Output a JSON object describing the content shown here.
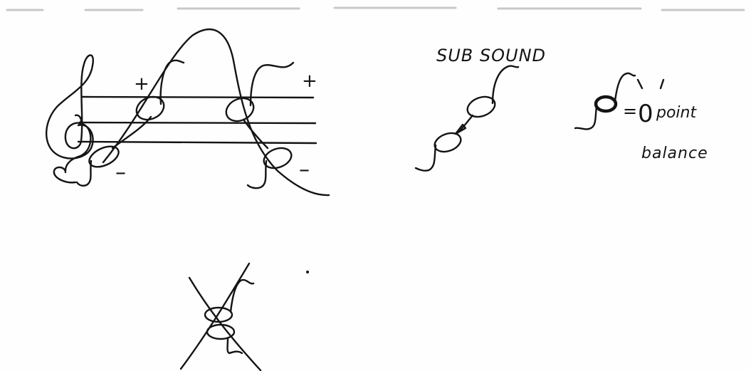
{
  "annotations": {
    "sub_sound": "SUB SOUND",
    "zero_point_eq": "=",
    "zero_digit": "0",
    "point": "point",
    "balance": "balance",
    "plus_sign": "+",
    "minus_sign": "–"
  }
}
